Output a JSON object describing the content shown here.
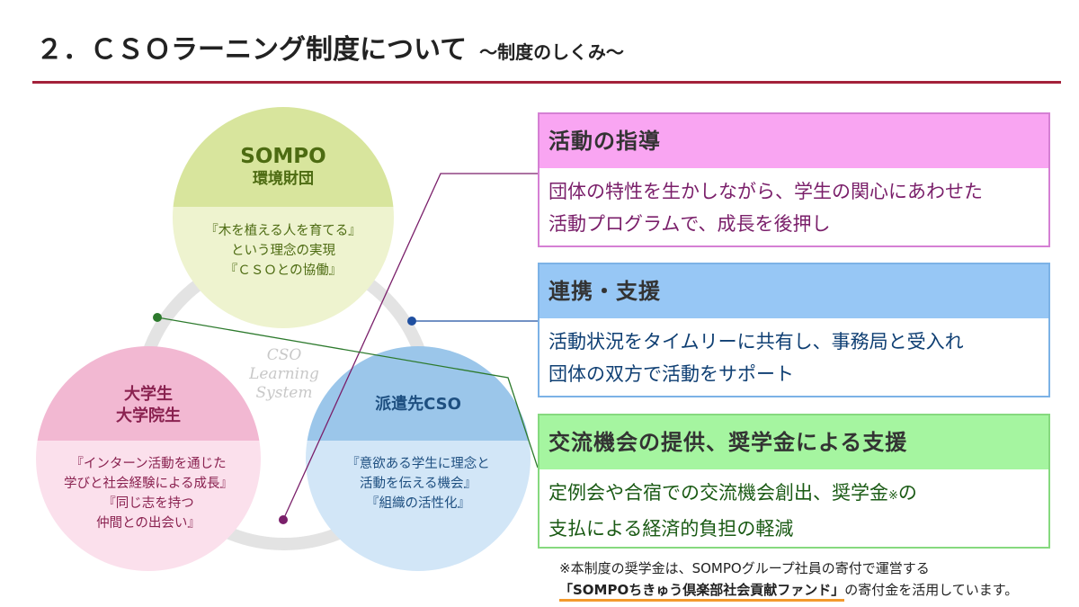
{
  "title": {
    "main": "２．ＣＳＯラーニング制度について",
    "sub": "～制度のしくみ～"
  },
  "center_label": {
    "line1": "CSO",
    "line2": "Learning",
    "line3": "System"
  },
  "circles": {
    "sompo": {
      "name1": "SOMPO",
      "name2": "環境財団",
      "desc1": "『木を植える人を育てる』",
      "desc2": "という理念の実現",
      "desc3": "『ＣＳＯとの協働』",
      "colors": {
        "top": "#d8e59d",
        "bottom": "#eef3cf",
        "text": "#4d6b12"
      }
    },
    "student": {
      "name1": "大学生",
      "name2": "大学院生",
      "desc1": "『インターン活動を通じた",
      "desc2": "学びと社会経験による成長』",
      "desc3": "『同じ志を持つ",
      "desc4": "仲間との出会い』",
      "colors": {
        "top": "#f2b8d2",
        "bottom": "#fbe0ec",
        "text": "#8a2250"
      }
    },
    "cso": {
      "name1": "派遣先CSO",
      "desc1": "『意欲ある学生に理念と",
      "desc2": "活動を伝える機会』",
      "desc3": "『組織の活性化』",
      "colors": {
        "top": "#9bc6ea",
        "bottom": "#d2e6f7",
        "text": "#1e4f80"
      }
    }
  },
  "boxes": [
    {
      "heading": "活動の指導",
      "line1": "団体の特性を生かしながら、学生の関心にあわせた",
      "line2": "活動プログラムで、成長を後押し",
      "header_color": "#f9a5f2",
      "border_color": "#d580d4",
      "text_color": "#7a1f6a"
    },
    {
      "heading": "連携・支援",
      "line1": "活動状況をタイムリーに共有し、事務局と受入れ",
      "line2": "団体の双方で活動をサポート",
      "header_color": "#97c7f5",
      "border_color": "#7cb2e6",
      "text_color": "#0f3f73"
    },
    {
      "heading": "交流機会の提供、奨学金による支援",
      "line1": "定例会や合宿での交流機会創出、奨学金",
      "line1_mark": "※",
      "line1_end": "の",
      "line2": "支払による経済的負担の軽減",
      "header_color": "#a5f5a0",
      "border_color": "#86d97f",
      "text_color": "#1a5a14"
    }
  ],
  "note": {
    "line1": "※本制度の奨学金は、SOMPOグループ社員の寄付で運営する",
    "highlight": "「SOMPOちきゅう倶楽部社会貢献ファンド」",
    "line2_rest": "の寄付金を活用しています。",
    "highlight_color": "#f39a2c"
  },
  "colors": {
    "rule": "#a3213a",
    "ring": "#e3e3e3",
    "connector_purple": "#7a1f6a",
    "connector_blue": "#1f4fa0",
    "connector_green": "#2d7a2d"
  }
}
